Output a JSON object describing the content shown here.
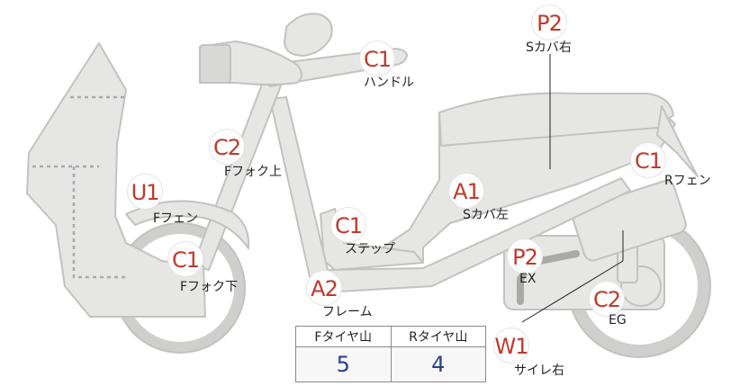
{
  "colors": {
    "part_fill": "#e6e6e4",
    "part_stroke": "#c2c2c0",
    "badge_text": "#c0392b",
    "table_value": "#2c3e8c"
  },
  "parts": [
    {
      "id": "handle",
      "grade": "C1",
      "label": "ハンドル"
    },
    {
      "id": "s_cover_right",
      "grade": "P2",
      "label": "Sカバ右"
    },
    {
      "id": "r_fender",
      "grade": "C1",
      "label": "Rフェン"
    },
    {
      "id": "f_fork_upper",
      "grade": "C2",
      "label": "Fフォク上"
    },
    {
      "id": "s_cover_left",
      "grade": "A1",
      "label": "Sカバ左"
    },
    {
      "id": "f_fender",
      "grade": "U1",
      "label": "Fフェン"
    },
    {
      "id": "step",
      "grade": "C1",
      "label": "ステップ"
    },
    {
      "id": "ex",
      "grade": "P2",
      "label": "EX"
    },
    {
      "id": "f_fork_lower",
      "grade": "C1",
      "label": "Fフォク下"
    },
    {
      "id": "frame",
      "grade": "A2",
      "label": "フレーム"
    },
    {
      "id": "eg",
      "grade": "C2",
      "label": "EG"
    },
    {
      "id": "silencer_right",
      "grade": "W1",
      "label": "サイレ右"
    }
  ],
  "tire_tread": {
    "front_label": "Fタイヤ山",
    "rear_label": "Rタイヤ山",
    "front_value": "5",
    "rear_value": "4"
  }
}
